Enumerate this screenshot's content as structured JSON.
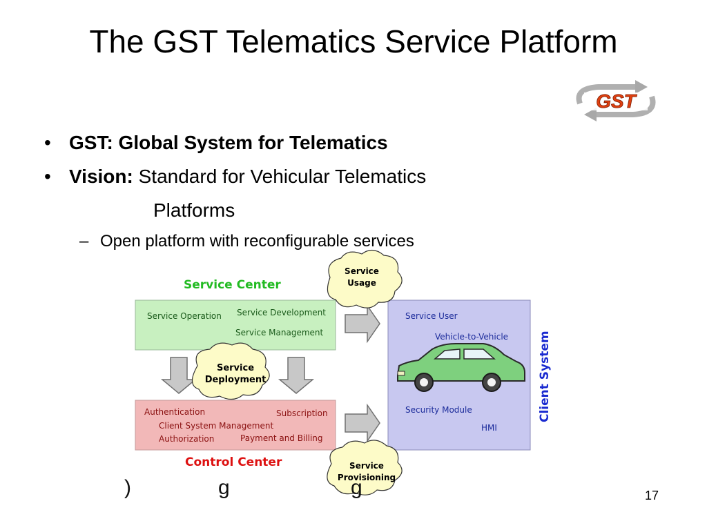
{
  "slide": {
    "title": "The GST Telematics Service Platform",
    "page_number": "17"
  },
  "logo": {
    "text": "GST"
  },
  "bullets": [
    {
      "bold": "GST: Global System for Telematics",
      "text": ""
    },
    {
      "bold": "Vision:",
      "text": "Standard for Vehicular Telematics",
      "continuation": "Platforms"
    }
  ],
  "sub_bullet": "Open platform with reconfigurable services",
  "diagram": {
    "service_center": {
      "heading": "Service Center",
      "items": [
        "Service Operation",
        "Service Development",
        "Service Management"
      ]
    },
    "control_center": {
      "heading": "Control Center",
      "items": [
        "Authentication",
        "Subscription",
        "Client System Management",
        "Authorization",
        "Payment and Billing"
      ]
    },
    "client_system": {
      "heading": "Client System",
      "items": [
        "Service User",
        "Vehicle-to-Vehicle",
        "Security Module",
        "HMI"
      ]
    },
    "clouds": {
      "usage": [
        "Service",
        "Usage"
      ],
      "deployment": [
        "Service",
        "Deployment"
      ],
      "provisioning": [
        "Service",
        "Provisioning"
      ]
    },
    "colors": {
      "service_center_fill": "#c8f0c0",
      "control_center_fill": "#f2b8b8",
      "client_system_fill": "#c8c8f0",
      "service_center_heading": "#22bb22",
      "control_center_heading": "#dd1111",
      "client_system_heading": "#1a2ad0",
      "car_body": "#7ed07e"
    }
  },
  "footer_fragments": [
    ")",
    "g",
    "g"
  ]
}
